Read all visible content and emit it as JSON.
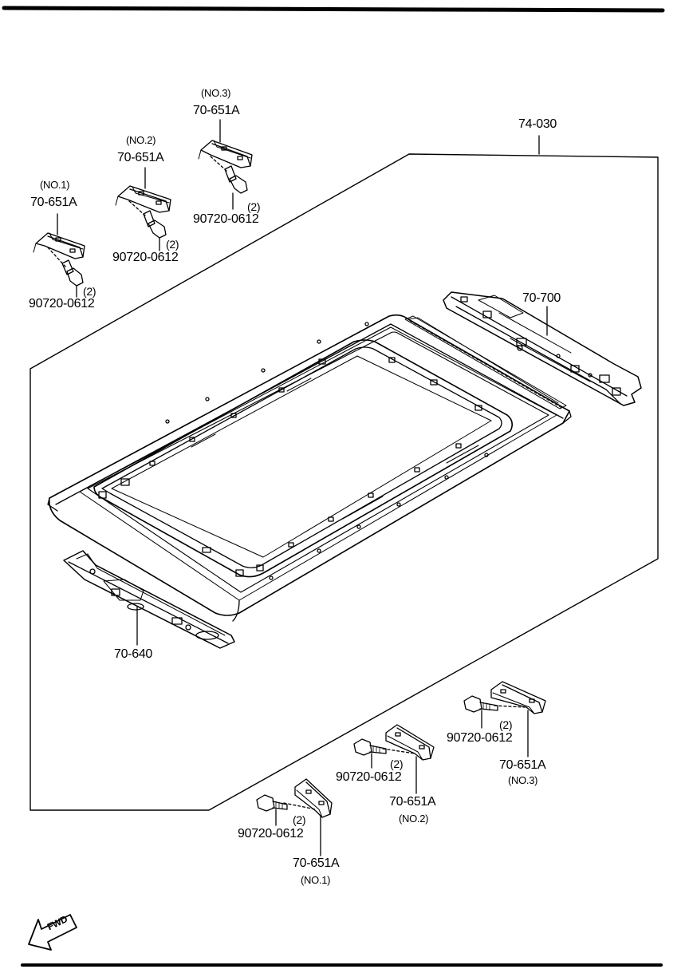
{
  "assembly": {
    "part_no": "74-030"
  },
  "parts": {
    "rear_rail": {
      "part_no": "70-700"
    },
    "front_rail": {
      "part_no": "70-640"
    },
    "bracket": {
      "part_no": "70-651A",
      "variants": [
        "(NO.1)",
        "(NO.2)",
        "(NO.3)"
      ]
    },
    "bolt": {
      "part_no": "90720-0612",
      "qty": "(2)"
    }
  },
  "fwd_arrow": {
    "text": "FWD"
  }
}
